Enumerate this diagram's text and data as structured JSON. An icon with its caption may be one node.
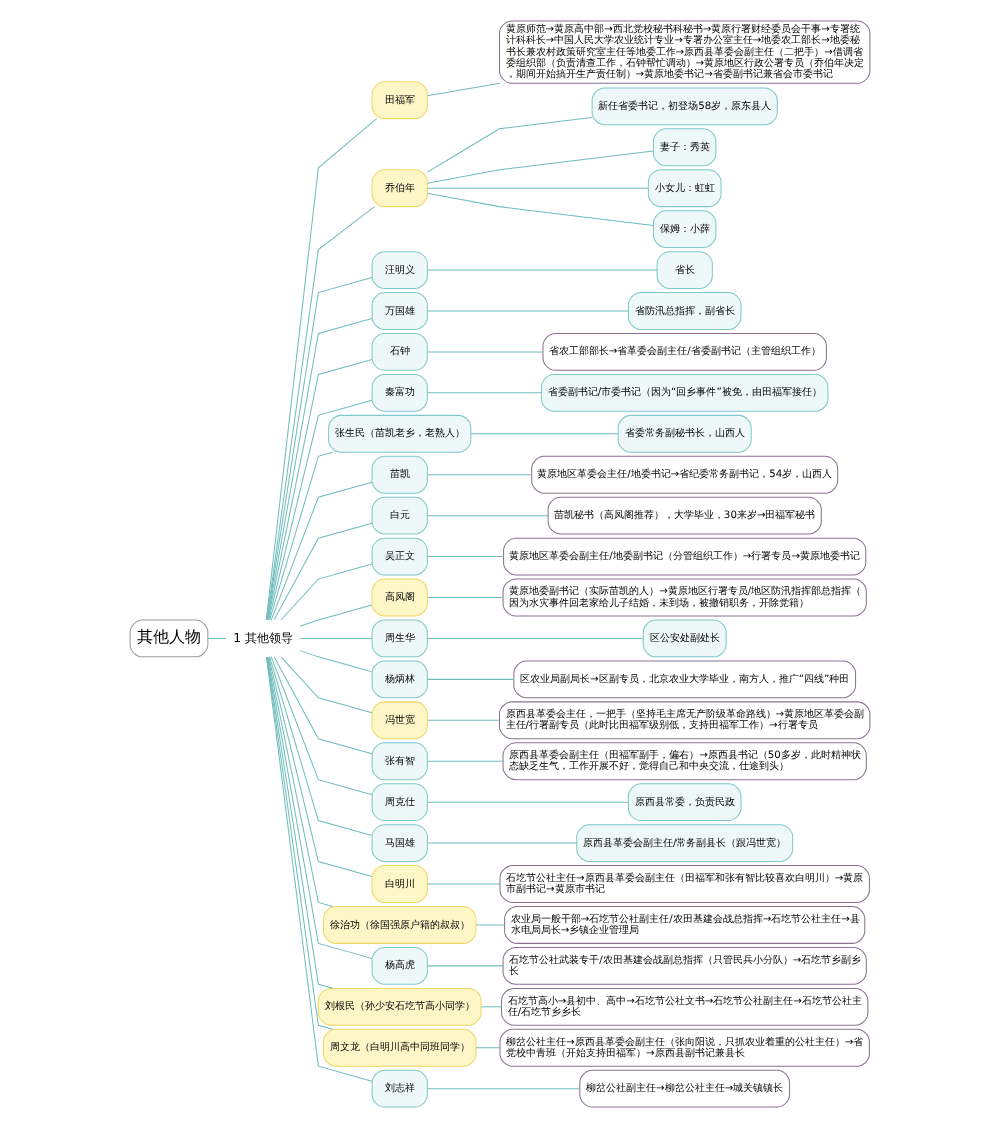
{
  "diagram": {
    "nodes": [
      {
        "text": [
          "其他人物"
        ]
      },
      {
        "text": [
          "1 其他领导"
        ]
      },
      {
        "text": [
          "田福军"
        ]
      },
      {
        "text": [
          "黄原师范→黄原高中部→西北党校秘书科秘书→黄原行署财经委员会干事→专署统计科科长→中国人民大学农业统计专业→专署办公室主任→地委农工部长→地委秘书长兼农村政策研究室主任等地委工作→原西县革委会副主任（二把手）→借调省委组织部（负责清查工作，石钟帮忙调动）→黄原地区行政公署专员（乔伯年决定，期间开始搞开生产责任制）→黄原地委书记→省委副书记兼省会市委书记"
        ]
      },
      {
        "text": [
          "乔伯年"
        ]
      },
      {
        "text": [
          "新任省委书记，初登场58岁，原东县人"
        ]
      },
      {
        "text": [
          "妻子：秀英"
        ]
      },
      {
        "text": [
          "小女儿：虹虹"
        ]
      },
      {
        "text": [
          "保姆：小薛"
        ]
      },
      {
        "text": [
          "汪明义"
        ]
      },
      {
        "text": [
          "省长"
        ]
      },
      {
        "text": [
          "万国雄"
        ]
      },
      {
        "text": [
          "省防汛总指挥，副省长"
        ]
      },
      {
        "text": [
          "石钟"
        ]
      },
      {
        "text": [
          "省农工部部长→省革委会副主任/省委副书记（主管组织工作）"
        ]
      },
      {
        "text": [
          "秦富功"
        ]
      },
      {
        "text": [
          "省委副书记/市委书记（因为“回乡事件”被免，由田福军接任）"
        ]
      },
      {
        "text": [
          "张生民（苗凯老乡，老熟人）"
        ]
      },
      {
        "text": [
          "省委常务副秘书长，山西人"
        ]
      },
      {
        "text": [
          "苗凯"
        ]
      },
      {
        "text": [
          "黄原地区革委会主任/地委书记→省纪委常务副书记，54岁，山西人"
        ]
      },
      {
        "text": [
          "白元"
        ]
      },
      {
        "text": [
          "苗凯秘书（高凤阁推荐），大学毕业，30来岁→田福军秘书"
        ]
      },
      {
        "text": [
          "吴正文"
        ]
      },
      {
        "text": [
          "黄原地区革委会副主任/地委副书记（分管组织工作）→行署专员→黄原地委书记"
        ]
      },
      {
        "text": [
          "高凤阁"
        ]
      },
      {
        "text": [
          "黄原地委副书记（实际苗凯的人）→黄原地区行署专员/地区防汛指挥部总指挥（因为水灾事件回老家给儿子结婚，未到场，被撤销职务，开除党籍）"
        ]
      },
      {
        "text": [
          "周生华"
        ]
      },
      {
        "text": [
          "区公安处副处长"
        ]
      },
      {
        "text": [
          "杨炳林"
        ]
      },
      {
        "text": [
          "区农业局副局长→区副专员，北京农业大学毕业，南方人，推广“四线”种田"
        ]
      },
      {
        "text": [
          "冯世宽"
        ]
      },
      {
        "text": [
          "原西县革委会主任，一把手（坚持毛主席无产阶级革命路线）→黄原地区革委会副主任/行署副专员（此时比田福军级别低，支持田福军工作）→行署专员"
        ]
      },
      {
        "text": [
          "张有智"
        ]
      },
      {
        "text": [
          "原西县革委会副主任（田福军副手，偏右）→原西县书记（50多岁，此时精神状态缺乏生气，工作开展不好，觉得自己和中央交流，仕途到头）"
        ]
      },
      {
        "text": [
          "周克仕"
        ]
      },
      {
        "text": [
          "原西县常委，负责民政"
        ]
      },
      {
        "text": [
          "马国雄"
        ]
      },
      {
        "text": [
          "原西县革委会副主任/常务副县长（跟冯世宽）"
        ]
      },
      {
        "text": [
          "白明川"
        ]
      },
      {
        "text": [
          "石圪节公社主任→原西县革委会副主任（田福军和张有智比较喜欢白明川）→黄原市副书记→黄原市书记"
        ]
      },
      {
        "text": [
          "徐治功（徐国强原户籍的叔叔）"
        ]
      },
      {
        "text": [
          "农业局一般干部→石圪节公社副主任/农田基建会战总指挥→石圪节公社主任→县水电局局长→乡镇企业管理局"
        ]
      },
      {
        "text": [
          "杨高虎"
        ]
      },
      {
        "text": [
          "石圪节公社武装专干/农田基建会战副总指挥（只管民兵小分队）→石圪节乡副乡长"
        ]
      },
      {
        "text": [
          "刘根民（孙少安石圪节高小同学）"
        ]
      },
      {
        "text": [
          "石圪节高小→县初中、高中→石圪节公社文书→石圪节公社副主任→石圪节公社主任/石圪节乡乡长"
        ]
      },
      {
        "text": [
          "周文龙（白明川高中同班同学）"
        ]
      },
      {
        "text": [
          "柳岔公社主任→原西县革委会副主任（张向阳说，只抓农业着重的公社主任）→省党校中青班（开始支持田福军）→原西县副书记兼县长"
        ]
      },
      {
        "text": [
          "刘志祥"
        ]
      },
      {
        "text": [
          "柳岔公社副主任→柳岔公社主任→城关镇镇长"
        ]
      }
    ],
    "edges": [
      {
        "from": 0,
        "to": 1,
        "arrow": "none"
      },
      {
        "from": 1,
        "to": 2,
        "arrow": "none"
      },
      {
        "from": 2,
        "to": 3,
        "arrow": "none"
      },
      {
        "from": 1,
        "to": 4,
        "arrow": "none"
      },
      {
        "from": 4,
        "to": 5,
        "arrow": "none"
      },
      {
        "from": 4,
        "to": 6,
        "arrow": "none"
      },
      {
        "from": 4,
        "to": 7,
        "arrow": "none"
      },
      {
        "from": 4,
        "to": 8,
        "arrow": "none"
      },
      {
        "from": 1,
        "to": 9,
        "arrow": "none"
      },
      {
        "from": 9,
        "to": 10,
        "arrow": "none"
      },
      {
        "from": 1,
        "to": 11,
        "arrow": "none"
      },
      {
        "from": 11,
        "to": 12,
        "arrow": "none"
      },
      {
        "from": 1,
        "to": 13,
        "arrow": "none"
      },
      {
        "from": 13,
        "to": 14,
        "arrow": "none"
      },
      {
        "from": 1,
        "to": 15,
        "arrow": "none"
      },
      {
        "from": 15,
        "to": 16,
        "arrow": "none"
      },
      {
        "from": 1,
        "to": 17,
        "arrow": "none"
      },
      {
        "from": 17,
        "to": 18,
        "arrow": "none"
      },
      {
        "from": 1,
        "to": 19,
        "arrow": "none"
      },
      {
        "from": 19,
        "to": 20,
        "arrow": "none"
      },
      {
        "from": 1,
        "to": 21,
        "arrow": "none"
      },
      {
        "from": 21,
        "to": 22,
        "arrow": "none"
      },
      {
        "from": 1,
        "to": 23,
        "arrow": "none"
      },
      {
        "from": 23,
        "to": 24,
        "arrow": "none"
      },
      {
        "from": 1,
        "to": 25,
        "arrow": "none"
      },
      {
        "from": 25,
        "to": 26,
        "arrow": "none"
      },
      {
        "from": 1,
        "to": 27,
        "arrow": "none"
      },
      {
        "from": 27,
        "to": 28,
        "arrow": "none"
      },
      {
        "from": 1,
        "to": 29,
        "arrow": "none"
      },
      {
        "from": 29,
        "to": 30,
        "arrow": "none"
      },
      {
        "from": 1,
        "to": 31,
        "arrow": "none"
      },
      {
        "from": 31,
        "to": 32,
        "arrow": "none"
      },
      {
        "from": 1,
        "to": 33,
        "arrow": "none"
      },
      {
        "from": 33,
        "to": 34,
        "arrow": "none"
      },
      {
        "from": 1,
        "to": 35,
        "arrow": "none"
      },
      {
        "from": 35,
        "to": 36,
        "arrow": "none"
      },
      {
        "from": 1,
        "to": 37,
        "arrow": "none"
      },
      {
        "from": 37,
        "to": 38,
        "arrow": "none"
      },
      {
        "from": 1,
        "to": 39,
        "arrow": "none"
      },
      {
        "from": 39,
        "to": 40,
        "arrow": "none"
      },
      {
        "from": 1,
        "to": 41,
        "arrow": "none"
      },
      {
        "from": 41,
        "to": 42,
        "arrow": "none"
      },
      {
        "from": 1,
        "to": 43,
        "arrow": "none"
      },
      {
        "from": 43,
        "to": 44,
        "arrow": "none"
      },
      {
        "from": 1,
        "to": 45,
        "arrow": "none"
      },
      {
        "from": 45,
        "to": 46,
        "arrow": "none"
      },
      {
        "from": 1,
        "to": 47,
        "arrow": "none"
      },
      {
        "from": 47,
        "to": 48,
        "arrow": "none"
      },
      {
        "from": 1,
        "to": 49,
        "arrow": "none"
      },
      {
        "from": 49,
        "to": 50,
        "arrow": "none"
      }
    ]
  }
}
